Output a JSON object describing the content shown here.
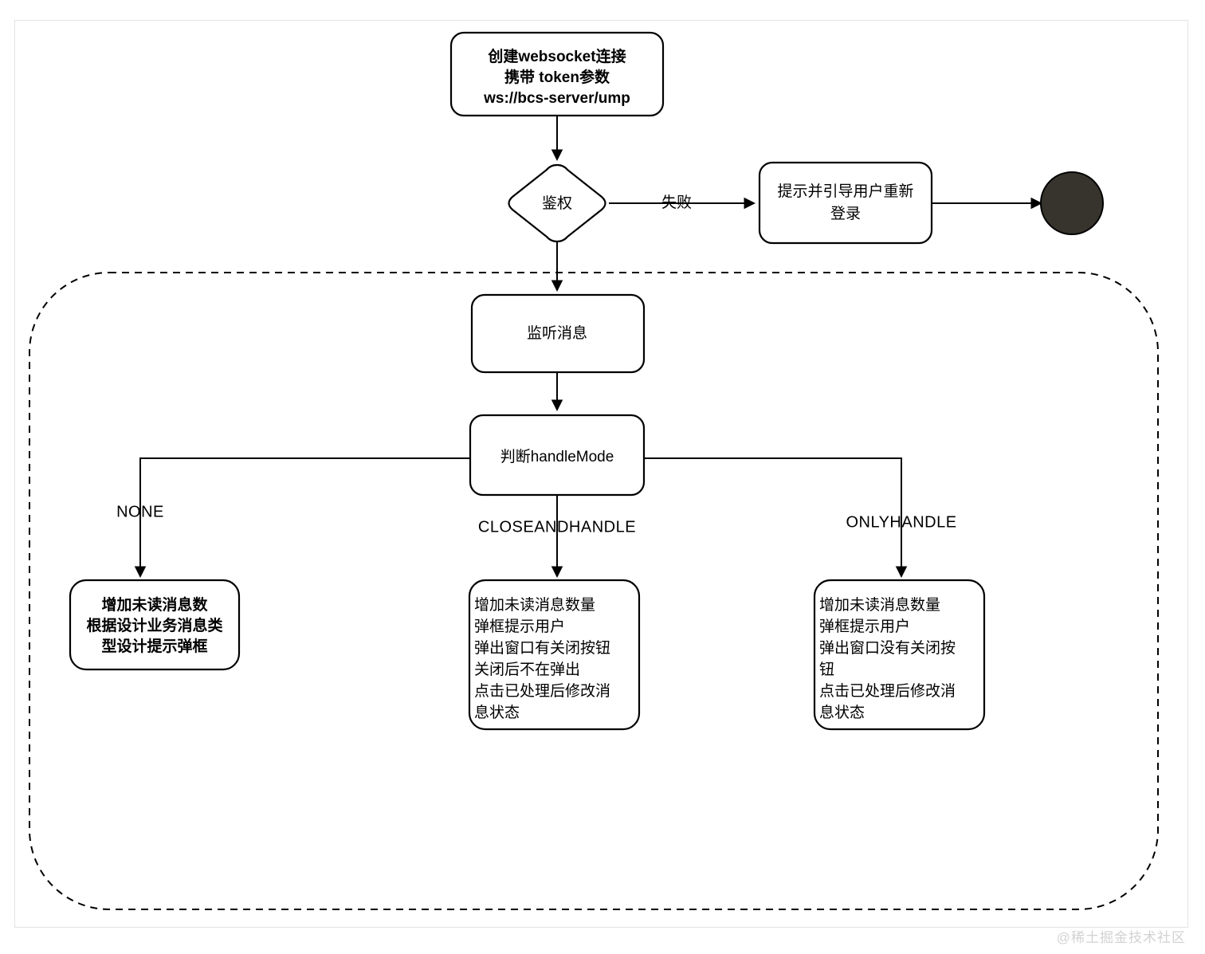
{
  "diagram": {
    "title": "websocket message handling flow",
    "colors": {
      "stroke": "#000000",
      "node_fill": "#ffffff",
      "end_node_fill": "#36342c",
      "frame_border": "#e3e3e3",
      "watermark": "#d2d2d2"
    }
  },
  "nodes": {
    "create_ws": {
      "lines": [
        "创建websocket连接",
        "携带 token参数",
        "ws://bcs-server/ump"
      ]
    },
    "auth": {
      "label": "鉴权"
    },
    "relogin": {
      "lines": [
        "提示并引导用户重新",
        "登录"
      ]
    },
    "end": {
      "label": ""
    },
    "listen": {
      "label": "监听消息"
    },
    "handle_mode": {
      "label": "判断handleMode"
    },
    "none_box": {
      "lines": [
        "增加未读消息数",
        "根据设计业务消息类",
        "型设计提示弹框"
      ]
    },
    "closeandhandle_box": {
      "lines": [
        "增加未读消息数量",
        "弹框提示用户",
        "弹出窗口有关闭按钮",
        "关闭后不在弹出",
        "点击已处理后修改消",
        "息状态"
      ]
    },
    "onlyhandle_box": {
      "lines": [
        "增加未读消息数量",
        "弹框提示用户",
        "弹出窗口没有关闭按",
        "钮",
        "点击已处理后修改消",
        "息状态"
      ]
    }
  },
  "edges": {
    "auth_fail": "失败",
    "branch_none": "NONE",
    "branch_closeandhandle": "CLOSEANDHANDLE",
    "branch_onlyhandle": "ONLYHANDLE"
  },
  "watermark": {
    "text": "@稀土掘金技术社区"
  }
}
